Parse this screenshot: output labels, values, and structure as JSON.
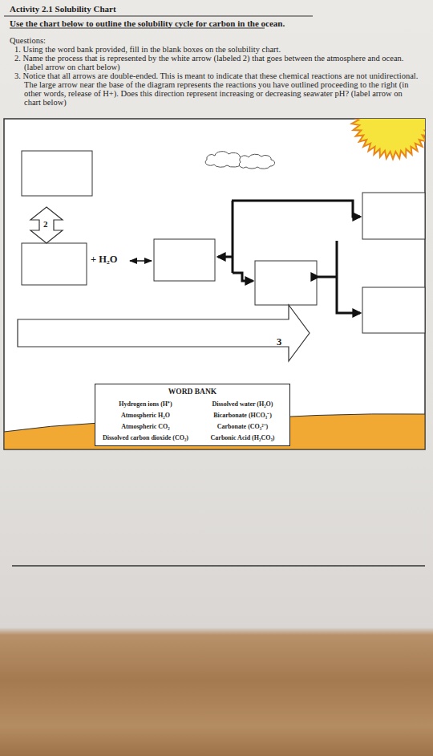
{
  "diagram": {
    "title": "Activity 2.1 Solubility Chart",
    "nodes": [
      {
        "text": [
          "WORD BANK",
          "Hydrogen ions (H⁺)",
          "Atmospheric H₂O",
          "Atmospheric CO₂",
          "Dissolved carbon dioxide (CO₂)",
          "Dissolved water (H₂O)",
          "Bicarbonate (HCO₃⁻)",
          "Carbonate (CO₃²⁻)",
          "Carbonic Acid (H₂CO₃)"
        ]
      }
    ],
    "labels": [
      "Use the chart below to outline the solubility cycle for carbon in the ocean.",
      "Questions:",
      "1. Using the word bank provided, fill in the blank boxes on the solubility chart.",
      "2. Name the process that is represented by the white arrow (labeled 2) that goes between the atmosphere and ocean. (label arrow on chart below)",
      "3. Notice that all arrows are double-ended. This is meant to indicate that these chemical reactions are not unidirectional. The large arrow near the base of the diagram represents the reactions you have outlined proceeding to the right (in other words, release of H+). Does this direction represent increasing or decreasing seawater pH? (label arrow on chart below)",
      "+ H₂O",
      "2",
      "3"
    ]
  }
}
